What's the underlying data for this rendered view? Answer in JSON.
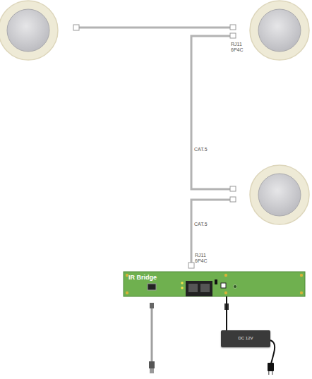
{
  "diagram": {
    "nodes": [
      {
        "text": [
          "IR Bridge"
        ]
      },
      {
        "text": [
          "DC 12V"
        ]
      }
    ],
    "edges": [
      {
        "from": 0,
        "to": 1,
        "arrow": "none"
      }
    ],
    "labels": [
      "RJ11 6P4C",
      "CAT.5",
      "CAT.5",
      "RJ11 6P4C"
    ]
  }
}
